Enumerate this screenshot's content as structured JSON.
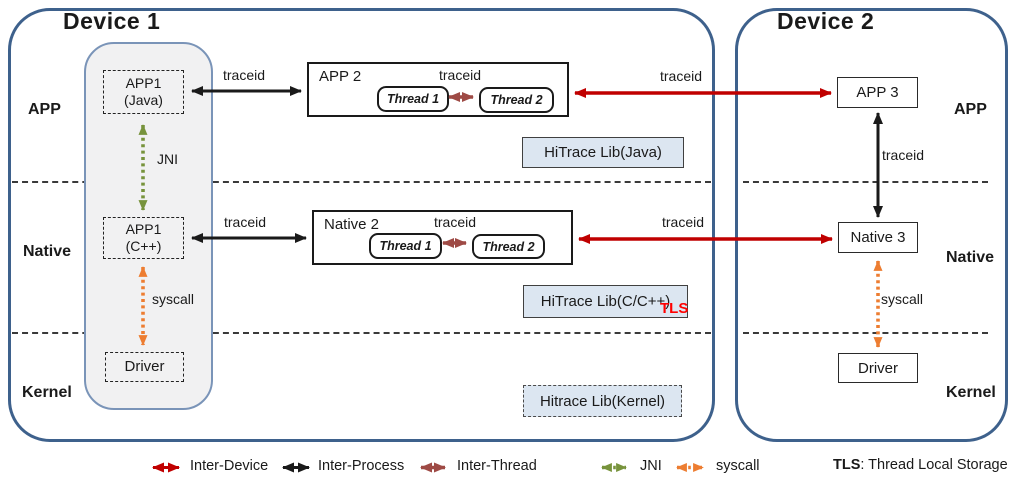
{
  "device1": {
    "title": "Device 1",
    "layers": {
      "app": "APP",
      "native": "Native",
      "kernel": "Kernel"
    },
    "app1_java": {
      "line1": "APP1",
      "line2": "(Java)"
    },
    "app1_cpp": {
      "line1": "APP1",
      "line2": "(C++)"
    },
    "driver_label": "Driver",
    "jni_label": "JNI",
    "syscall_label": "syscall",
    "arrow_labels": {
      "app_traceid": "traceid",
      "native_traceid": "traceid"
    },
    "app2": {
      "title": "APP 2",
      "traceid": "traceid",
      "thread1": "Thread 1",
      "thread2": "Thread 2"
    },
    "native2": {
      "title": "Native 2",
      "traceid": "traceid",
      "thread1": "Thread 1",
      "thread2": "Thread 2"
    },
    "libs": {
      "java": "HiTrace Lib(Java)",
      "cpp": "HiTrace Lib(C/C++)",
      "cpp_tls": "TLS",
      "kernel": "Hitrace Lib(Kernel)"
    }
  },
  "device2": {
    "title": "Device 2",
    "layers": {
      "app": "APP",
      "native": "Native",
      "kernel": "Kernel"
    },
    "app3": "APP 3",
    "native3": "Native 3",
    "driver_label": "Driver",
    "traceid_label": "traceid",
    "syscall_label": "syscall"
  },
  "inter_device": {
    "app_traceid": "traceid",
    "native_traceid": "traceid"
  },
  "legend": {
    "items": [
      {
        "label": "Inter-Device",
        "color": "#C00000",
        "line_style": "solid"
      },
      {
        "label": "Inter-Process",
        "color": "#1A1A1A",
        "line_style": "solid"
      },
      {
        "label": "Inter-Thread",
        "color": "#9E4A45",
        "line_style": "solid"
      },
      {
        "label": "JNI",
        "color": "#77933C",
        "line_style": "dotted"
      },
      {
        "label": "syscall",
        "color": "#ED7D31",
        "line_style": "dotted"
      }
    ],
    "tls_term": "TLS",
    "tls_definition": ": Thread Local Storage"
  },
  "colors": {
    "device_border": "#3E618C",
    "inter_device_arrow": "#C00000",
    "inter_process_arrow": "#1A1A1A",
    "inter_thread_arrow": "#9E4A45",
    "jni_arrow": "#77933C",
    "syscall_arrow": "#ED7D31",
    "lib_box_fill": "#DCE6F1",
    "process_container_fill": "#F1F1F2",
    "tls_text": "#FF0000"
  }
}
